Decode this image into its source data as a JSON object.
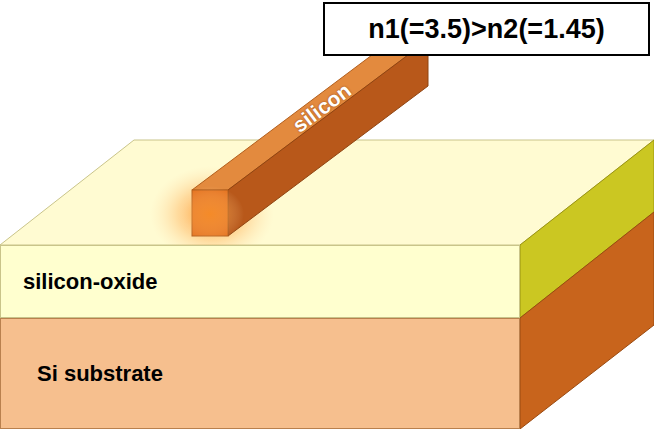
{
  "diagram": {
    "nodes": [
      {
        "text": [
          "n1(=3.5)>n2(=1.45)"
        ]
      },
      {
        "text": [
          "silicon"
        ]
      },
      {
        "text": [
          "silicon-oxide"
        ]
      },
      {
        "text": [
          "Si substrate"
        ]
      }
    ]
  }
}
